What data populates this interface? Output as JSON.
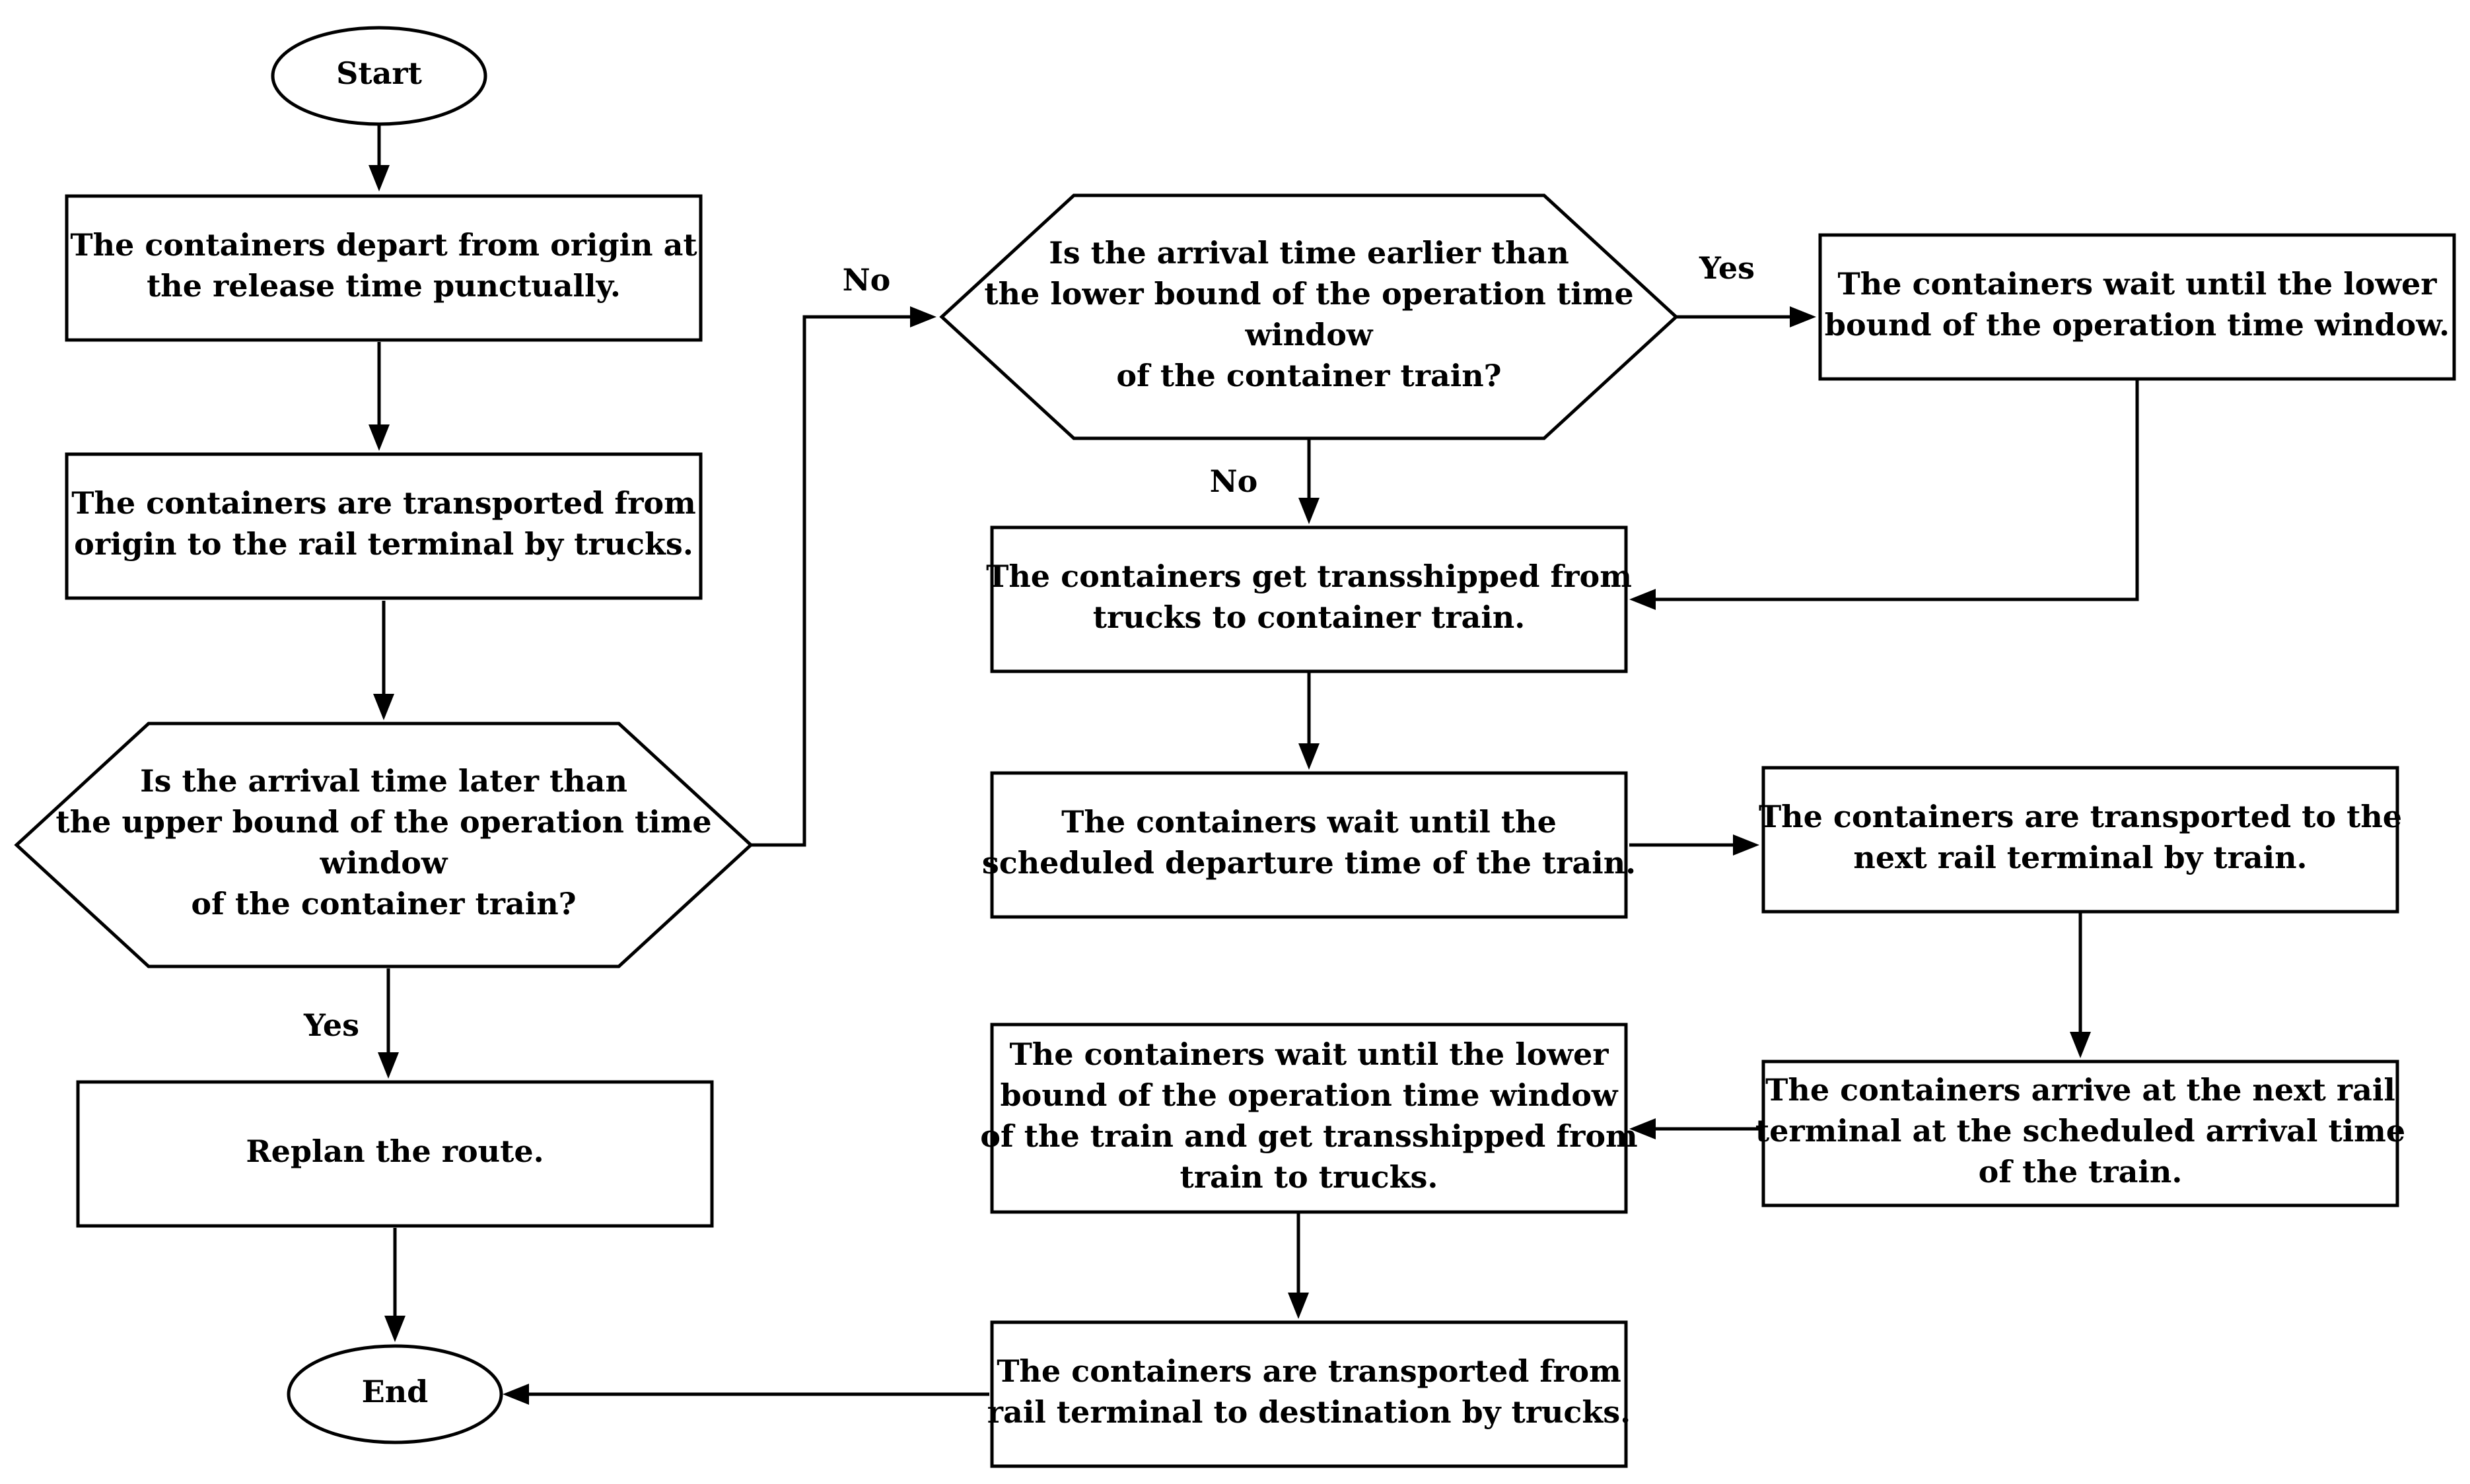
{
  "nodes": {
    "start": {
      "shape": "ellipse",
      "lines": [
        "Start"
      ]
    },
    "depart": {
      "shape": "process",
      "lines": [
        "The containers depart from origin at",
        "the release time punctually."
      ]
    },
    "truck_to_rail": {
      "shape": "process",
      "lines": [
        "The containers are transported from",
        "origin to the rail terminal by trucks."
      ]
    },
    "later_check": {
      "shape": "decision",
      "lines": [
        "Is the arrival time later than",
        "the upper bound of the operation time",
        "window",
        "of the container train?"
      ]
    },
    "replan": {
      "shape": "process",
      "lines": [
        "Replan the route."
      ]
    },
    "end": {
      "shape": "ellipse",
      "lines": [
        "End"
      ]
    },
    "earlier_check": {
      "shape": "decision",
      "lines": [
        "Is the arrival time  earlier than",
        "the lower bound of the operation time",
        "window",
        "of the container train?"
      ]
    },
    "wait_lower": {
      "shape": "process",
      "lines": [
        "The containers wait until the lower",
        "bound of the operation time window."
      ]
    },
    "transship_to_train": {
      "shape": "process",
      "lines": [
        "The containers get transshipped from",
        "trucks to container train."
      ]
    },
    "wait_departure": {
      "shape": "process",
      "lines": [
        "The containers wait until the",
        "scheduled departure time of the train."
      ]
    },
    "train_transport": {
      "shape": "process",
      "lines": [
        "The containers are transported to the",
        "next rail terminal by train."
      ]
    },
    "arrive_next": {
      "shape": "process",
      "lines": [
        "The containers arrive at the next rail",
        "terminal at the scheduled arrival time",
        "of the train."
      ]
    },
    "wait_transship_trucks": {
      "shape": "process",
      "lines": [
        "The containers wait until the lower",
        "bound of the operation time window",
        "of the train and get transshipped from",
        "train to trucks."
      ]
    },
    "truck_to_destination": {
      "shape": "process",
      "lines": [
        "The containers are transported from",
        "rail terminal to destination by trucks."
      ]
    }
  },
  "edges": [
    {
      "from": "start",
      "to": "depart",
      "label": ""
    },
    {
      "from": "depart",
      "to": "truck_to_rail",
      "label": ""
    },
    {
      "from": "truck_to_rail",
      "to": "later_check",
      "label": ""
    },
    {
      "from": "later_check",
      "to": "replan",
      "label": "Yes"
    },
    {
      "from": "later_check",
      "to": "earlier_check",
      "label": "No"
    },
    {
      "from": "replan",
      "to": "end",
      "label": ""
    },
    {
      "from": "earlier_check",
      "to": "wait_lower",
      "label": "Yes"
    },
    {
      "from": "earlier_check",
      "to": "transship_to_train",
      "label": "No"
    },
    {
      "from": "wait_lower",
      "to": "transship_to_train",
      "label": ""
    },
    {
      "from": "transship_to_train",
      "to": "wait_departure",
      "label": ""
    },
    {
      "from": "wait_departure",
      "to": "train_transport",
      "label": ""
    },
    {
      "from": "train_transport",
      "to": "arrive_next",
      "label": ""
    },
    {
      "from": "arrive_next",
      "to": "wait_transship_trucks",
      "label": ""
    },
    {
      "from": "wait_transship_trucks",
      "to": "truck_to_destination",
      "label": ""
    },
    {
      "from": "truck_to_destination",
      "to": "end",
      "label": ""
    }
  ]
}
